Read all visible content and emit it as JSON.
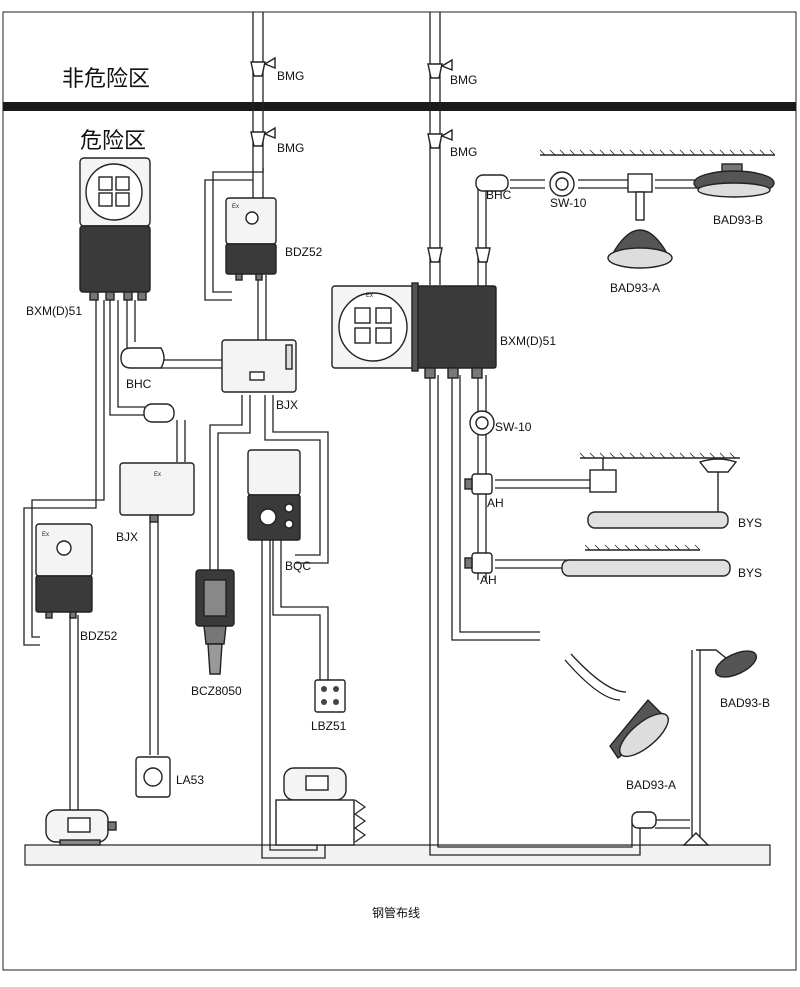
{
  "zones": {
    "non_hazardous": "非危险区",
    "hazardous": "危险区"
  },
  "caption": "钢管布线",
  "labels": {
    "bmg_1": "BMG",
    "bmg_2": "BMG",
    "bmg_3": "BMG",
    "bmg_4": "BMG",
    "bxm_left": "BXM(D)51",
    "bxm_right": "BXM(D)51",
    "bhc_left": "BHC",
    "bhc_right": "BHC",
    "bdz52_top": "BDZ52",
    "bdz52_bottom": "BDZ52",
    "bjx_center": "BJX",
    "bjx_left": "BJX",
    "bqc": "BQC",
    "bcz8050": "BCZ8050",
    "lbz51": "LBZ51",
    "la53": "LA53",
    "sw10_top": "SW-10",
    "sw10_mid": "SW-10",
    "bad93a_top": "BAD93-A",
    "bad93b_top": "BAD93-B",
    "bad93a_bottom": "BAD93-A",
    "bad93b_bottom": "BAD93-B",
    "ah_1": "AH",
    "ah_2": "AH",
    "bys_1": "BYS",
    "bys_2": "BYS"
  },
  "device_marks": {
    "ex": "Ex"
  },
  "colors": {
    "line": "#222222",
    "device_dark": "#3a3a3a",
    "device_mid": "#8a8a8a",
    "device_light": "#e8e8e8",
    "ground": "#f2f2f2"
  }
}
